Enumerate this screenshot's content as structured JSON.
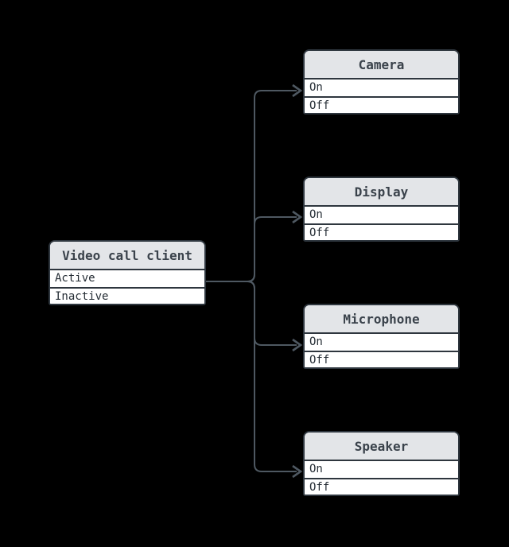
{
  "diagram": {
    "source": {
      "title": "Video call client",
      "rows": [
        "Active",
        "Inactive"
      ]
    },
    "targets": [
      {
        "id": "camera",
        "title": "Camera",
        "rows": [
          "On",
          "Off"
        ]
      },
      {
        "id": "display",
        "title": "Display",
        "rows": [
          "On",
          "Off"
        ]
      },
      {
        "id": "microphone",
        "title": "Microphone",
        "rows": [
          "On",
          "Off"
        ]
      },
      {
        "id": "speaker",
        "title": "Speaker",
        "rows": [
          "On",
          "Off"
        ]
      }
    ],
    "connections": {
      "from_row": "Active",
      "to_row": "On",
      "style": "orthogonal-rounded-arrow"
    },
    "colors": {
      "background": "#000000",
      "header_fill": "#e3e5e8",
      "row_fill": "#ffffff",
      "border": "#2e363e",
      "text_header": "#3a424b",
      "text_row": "#242c34",
      "connector": "#4e5861"
    }
  }
}
